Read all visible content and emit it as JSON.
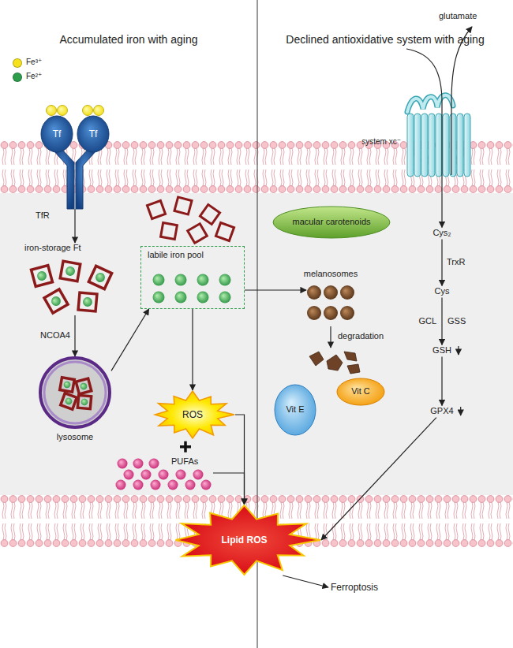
{
  "diagram": {
    "nodes": [
      {
        "text": [
          "TfR"
        ]
      },
      {
        "text": [
          "Tf"
        ],
        "in": 0
      },
      {
        "text": [
          "Tf"
        ],
        "in": 0
      },
      {
        "text": [
          "iron-storage Ft"
        ]
      },
      {
        "text": [
          "labile iron pool"
        ]
      },
      {
        "text": [
          "lysosome"
        ]
      },
      {
        "text": [
          "ROS"
        ]
      },
      {
        "text": [
          "PUFAs"
        ]
      },
      {
        "text": [
          "macular carotenoids"
        ]
      },
      {
        "text": [
          "system xc⁻"
        ]
      },
      {
        "text": [
          "Cys₂"
        ]
      },
      {
        "text": [
          "Cys"
        ]
      },
      {
        "text": [
          "melanosomes"
        ]
      },
      {
        "text": [
          "GSH"
        ]
      },
      {
        "text": [
          "Vit C"
        ]
      },
      {
        "text": [
          "Vit E"
        ]
      },
      {
        "text": [
          "GPX4"
        ]
      },
      {
        "text": [
          "Lipid ROS"
        ]
      },
      {
        "text": [
          "Ferroptosis"
        ]
      }
    ],
    "edges": [
      {
        "from": 0,
        "to": 3,
        "arrow": "to"
      },
      {
        "from": 3,
        "to": 5,
        "arrow": "to",
        "label": "NCOA4"
      },
      {
        "from": 5,
        "to": 4,
        "arrow": "to"
      },
      {
        "from": 4,
        "to": 6,
        "arrow": "to"
      },
      {
        "from": 4,
        "to": 12,
        "arrow": "to"
      },
      {
        "from": 6,
        "to": 17,
        "arrow": "to"
      },
      {
        "from": 7,
        "to": 17,
        "arrow": "to"
      },
      {
        "from": 9,
        "to": 10,
        "arrow": "to"
      },
      {
        "from": 10,
        "to": 11,
        "arrow": "to",
        "label": "TrxR"
      },
      {
        "from": 11,
        "to": 13,
        "arrow": "to"
      },
      {
        "from": 13,
        "to": 16,
        "arrow": "to"
      },
      {
        "from": 16,
        "to": 17,
        "arrow": "to"
      },
      {
        "from": 17,
        "to": 18,
        "arrow": "to"
      }
    ],
    "labels": [
      "Accumulated iron with aging",
      "Declined antioxidative system with aging",
      "glutamate",
      "degradation",
      "GCL",
      "GSS"
    ],
    "legend": [
      {
        "text": "Fe³⁺",
        "color": "#f5e21c"
      },
      {
        "text": "Fe²⁺",
        "color": "#2f9e4c"
      }
    ]
  }
}
